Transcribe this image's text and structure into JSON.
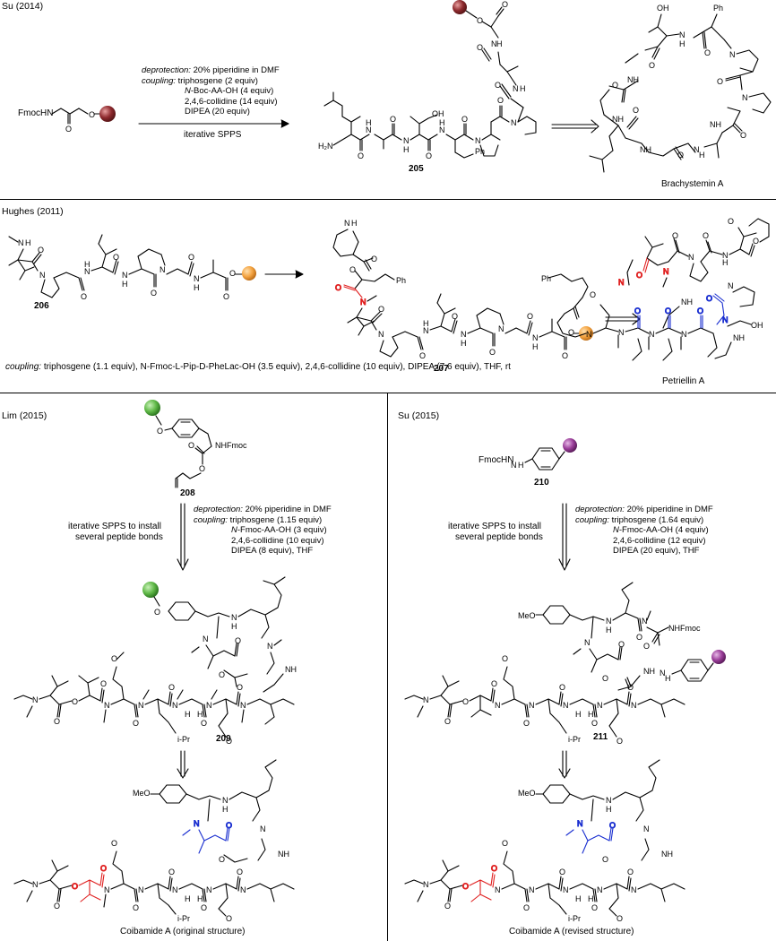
{
  "sections": {
    "su2014": {
      "header": "Su (2014)",
      "start_label": "FmocHN",
      "cond_deprotection_label": "deprotection:",
      "cond_deprotection": "20% piperidine in DMF",
      "cond_coupling_label": "coupling:",
      "cond_coupling": "triphosgene (2 equiv)",
      "cond_line3_italic": "N",
      "cond_line3": "-Boc-AA-OH (4 equiv)",
      "cond_line4": "2,4,6-collidine (14 equiv)",
      "cond_line5": "DIPEA (20 equiv)",
      "below_arrow": "iterative SPPS",
      "compound_number": "205",
      "product_name": "Brachystemin A"
    },
    "hughes2011": {
      "header": "Hughes (2011)",
      "compound_a": "206",
      "compound_b": "207",
      "coupling_label": "coupling:",
      "coupling_text": "triphosgene (1.1 equiv), N-Fmoc-L-Pip-D-PheLac-OH (3.5 equiv), 2,4,6-collidine (10 equiv), DIPEA (7.6 equiv), THF, rt",
      "product_name": "Petriellin A"
    },
    "lim2015": {
      "header": "Lim (2015)",
      "start_number": "208",
      "left_text_1": "iterative SPPS to install",
      "left_text_2": "several peptide bonds",
      "cond_deprotection_label": "deprotection:",
      "cond_deprotection": "20% piperidine in DMF",
      "cond_coupling_label": "coupling:",
      "cond_coupling": "triphosgene (1.15 equiv)",
      "cond_line3_italic": "N",
      "cond_line3": "-Fmoc-AA-OH (3 equiv)",
      "cond_line4": "2,4,6-collidine (10 equiv)",
      "cond_line5": "DIPEA (8 equiv), THF",
      "intermediate_number": "209",
      "product_name": "Coibamide A (original structure)"
    },
    "su2015": {
      "header": "Su (2015)",
      "start_label": "FmocHN",
      "start_number": "210",
      "left_text_1": "iterative SPPS to install",
      "left_text_2": "several peptide bonds",
      "cond_deprotection_label": "deprotection:",
      "cond_deprotection": "20% piperidine in DMF",
      "cond_coupling_label": "coupling:",
      "cond_coupling": "triphosgene (1.64 equiv)",
      "cond_line3_italic": "N",
      "cond_line3": "-Fmoc-AA-OH (4 equiv)",
      "cond_line4": "2,4,6-collidine (12 equiv)",
      "cond_line5": "DIPEA (20 equiv), THF",
      "intermediate_number": "211",
      "product_name": "Coibamide A (revised structure)"
    }
  },
  "atom_labels": {
    "nh": "NH",
    "n": "N",
    "o": "O",
    "oh": "OH",
    "h2n": "H2N",
    "h": "H",
    "ph": "Ph",
    "ipr": "i-Pr",
    "meo": "MeO",
    "nhfmoc": "NHFmoc"
  },
  "colors": {
    "resin_red": "#8e2a2e",
    "resin_orange": "#f4a340",
    "resin_green": "#5fb847",
    "resin_purple": "#9a3d99",
    "highlight_red": "#e02020",
    "highlight_blue": "#1a2fd0"
  }
}
